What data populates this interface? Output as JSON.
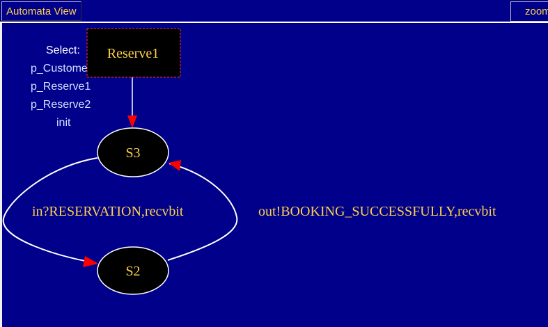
{
  "window": {
    "title": "Automata View",
    "zoom_label": "zoom"
  },
  "select_panel": {
    "label": "Select:",
    "options": [
      "p_Customer",
      "p_Reserve1",
      "p_Reserve2",
      "init"
    ]
  },
  "automaton": {
    "process_label": "Reserve1",
    "states": [
      "S3",
      "S2"
    ],
    "transitions": [
      {
        "from": "S3",
        "to": "S2",
        "label": "in?RESERVATION,recvbit"
      },
      {
        "from": "S2",
        "to": "S3",
        "label": "out!BOOKING_SUCCESSFULLY,recvbit"
      }
    ]
  },
  "colors": {
    "background": "#00008b",
    "label_text": "#ffd24a",
    "arrow_head": "#ff0000",
    "edge": "#ffffff",
    "process_border": "#ff3030"
  }
}
